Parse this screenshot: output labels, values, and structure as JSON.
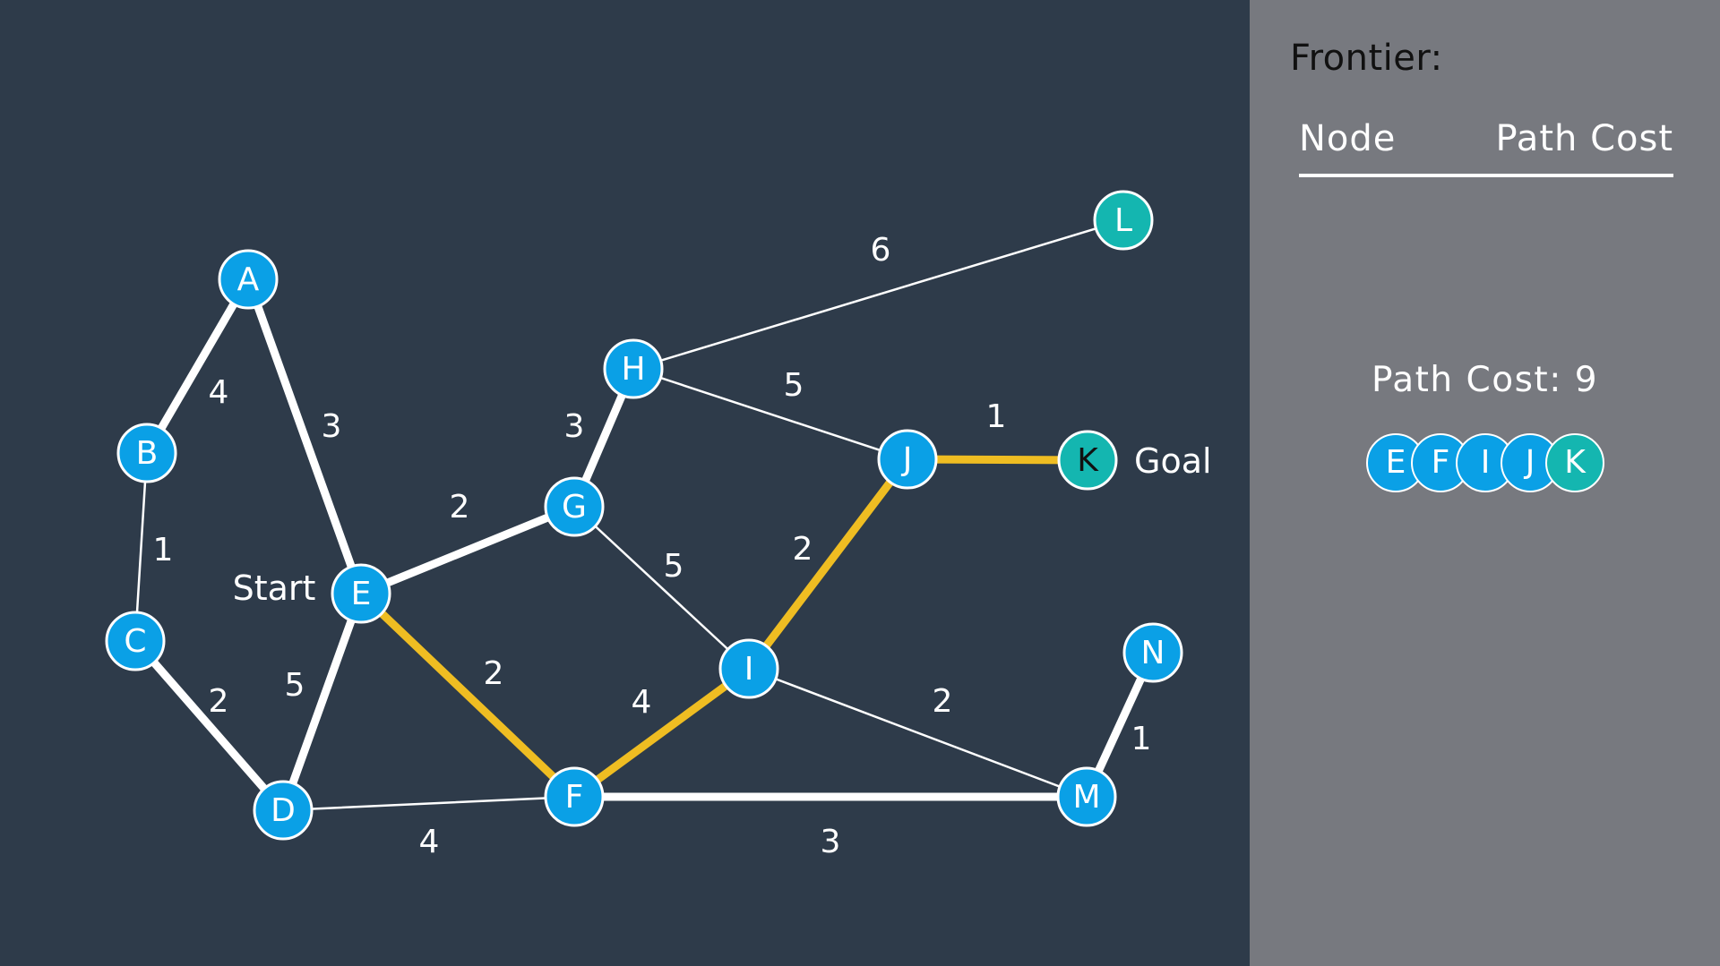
{
  "labels": {
    "start": "Start",
    "goal": "Goal"
  },
  "colors": {
    "background": "#2e3b4a",
    "panel": "#77797f",
    "node": "#0aa0e6",
    "goal_node": "#14b6b0",
    "edge": "#ffffff",
    "path": "#efbd22"
  },
  "nodes": [
    {
      "id": "A",
      "type": "normal"
    },
    {
      "id": "B",
      "type": "normal"
    },
    {
      "id": "C",
      "type": "normal"
    },
    {
      "id": "D",
      "type": "normal"
    },
    {
      "id": "E",
      "type": "start"
    },
    {
      "id": "F",
      "type": "normal"
    },
    {
      "id": "G",
      "type": "normal"
    },
    {
      "id": "H",
      "type": "normal"
    },
    {
      "id": "I",
      "type": "normal"
    },
    {
      "id": "J",
      "type": "normal"
    },
    {
      "id": "K",
      "type": "goal"
    },
    {
      "id": "L",
      "type": "teal"
    },
    {
      "id": "M",
      "type": "normal"
    },
    {
      "id": "N",
      "type": "normal"
    }
  ],
  "edges": [
    {
      "from": "A",
      "to": "B",
      "cost": "4",
      "style": "thick"
    },
    {
      "from": "A",
      "to": "E",
      "cost": "3",
      "style": "thick"
    },
    {
      "from": "B",
      "to": "C",
      "cost": "1",
      "style": "thin"
    },
    {
      "from": "C",
      "to": "D",
      "cost": "2",
      "style": "thick"
    },
    {
      "from": "D",
      "to": "E",
      "cost": "5",
      "style": "thick"
    },
    {
      "from": "D",
      "to": "F",
      "cost": "4",
      "style": "thin"
    },
    {
      "from": "E",
      "to": "G",
      "cost": "2",
      "style": "thick"
    },
    {
      "from": "E",
      "to": "F",
      "cost": "2",
      "style": "path"
    },
    {
      "from": "G",
      "to": "H",
      "cost": "3",
      "style": "thick"
    },
    {
      "from": "G",
      "to": "I",
      "cost": "5",
      "style": "thin"
    },
    {
      "from": "H",
      "to": "L",
      "cost": "6",
      "style": "thin"
    },
    {
      "from": "H",
      "to": "J",
      "cost": "5",
      "style": "thin"
    },
    {
      "from": "F",
      "to": "I",
      "cost": "4",
      "style": "path"
    },
    {
      "from": "I",
      "to": "J",
      "cost": "2",
      "style": "path"
    },
    {
      "from": "J",
      "to": "K",
      "cost": "1",
      "style": "path"
    },
    {
      "from": "I",
      "to": "M",
      "cost": "2",
      "style": "thin"
    },
    {
      "from": "F",
      "to": "M",
      "cost": "3",
      "style": "thick"
    },
    {
      "from": "M",
      "to": "N",
      "cost": "1",
      "style": "thick"
    }
  ],
  "frontier": {
    "title": "Frontier:",
    "col_node": "Node",
    "col_cost": "Path Cost"
  },
  "result": {
    "path_cost_label": "Path Cost: 9",
    "path": [
      "E",
      "F",
      "I",
      "J",
      "K"
    ]
  }
}
